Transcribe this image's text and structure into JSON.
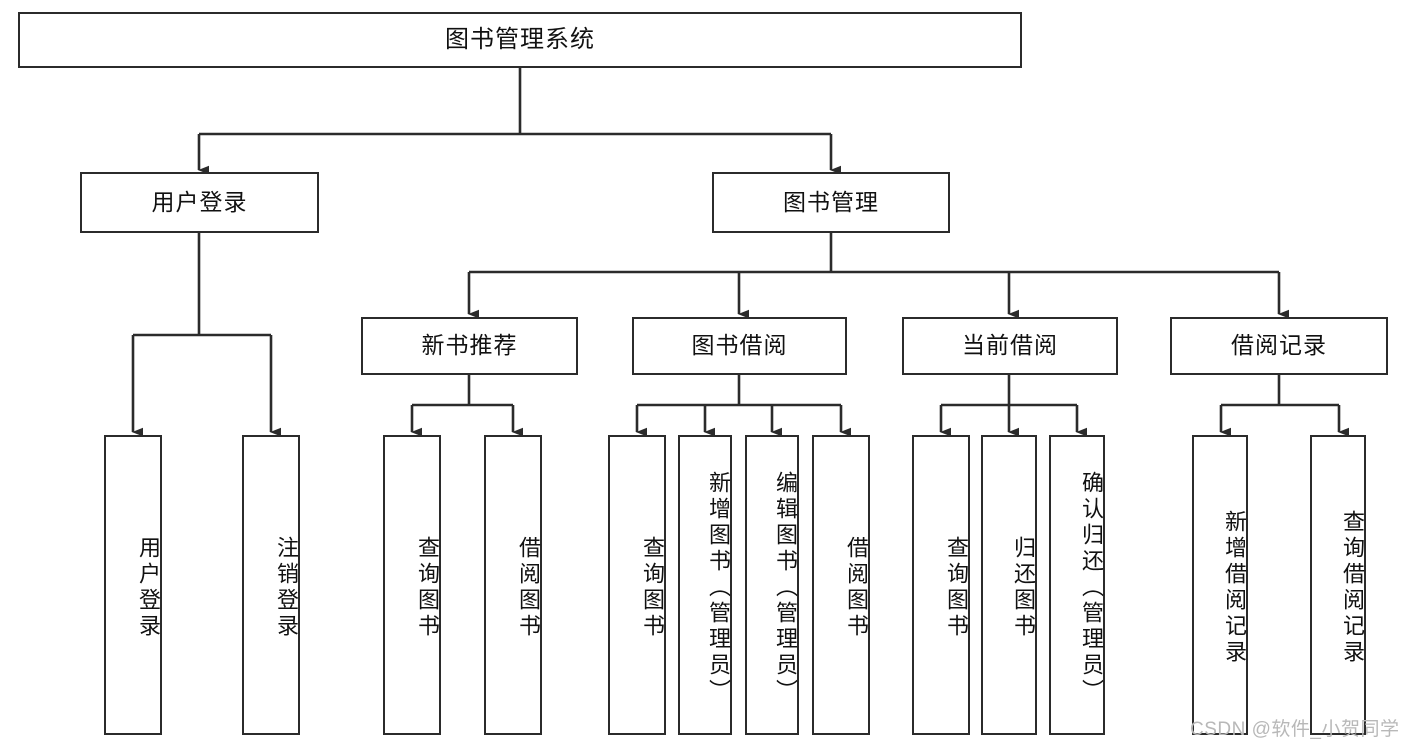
{
  "diagram": {
    "title": "图书管理系统",
    "type": "tree-hierarchy-diagram",
    "watermark": "CSDN @软件_小贺同学",
    "colors": {
      "stroke": "#2b2b2b",
      "fill": "#ffffff",
      "text": "#111111",
      "watermark": "#b8b8b8"
    },
    "nodes": {
      "root": {
        "label": "图书管理系统"
      },
      "level2": [
        {
          "key": "user_login",
          "label": "用户登录"
        },
        {
          "key": "book_manage",
          "label": "图书管理"
        }
      ],
      "level3": [
        {
          "key": "new_book_rec",
          "label": "新书推荐"
        },
        {
          "key": "book_borrow",
          "label": "图书借阅"
        },
        {
          "key": "current_borrow",
          "label": "当前借阅"
        },
        {
          "key": "borrow_record",
          "label": "借阅记录"
        }
      ],
      "leaves": {
        "user_login": [
          {
            "label": "用户登录"
          },
          {
            "label": "注销登录"
          }
        ],
        "new_book_rec": [
          {
            "label": "查询图书"
          },
          {
            "label": "借阅图书"
          }
        ],
        "book_borrow": [
          {
            "label": "查询图书"
          },
          {
            "label": "新增图书（管理员）"
          },
          {
            "label": "编辑图书（管理员）"
          },
          {
            "label": "借阅图书"
          }
        ],
        "current_borrow": [
          {
            "label": "查询图书"
          },
          {
            "label": "归还图书"
          },
          {
            "label": "确认归还（管理员）"
          }
        ],
        "borrow_record": [
          {
            "label": "新增借阅记录"
          },
          {
            "label": "查询借阅记录"
          }
        ]
      }
    }
  }
}
